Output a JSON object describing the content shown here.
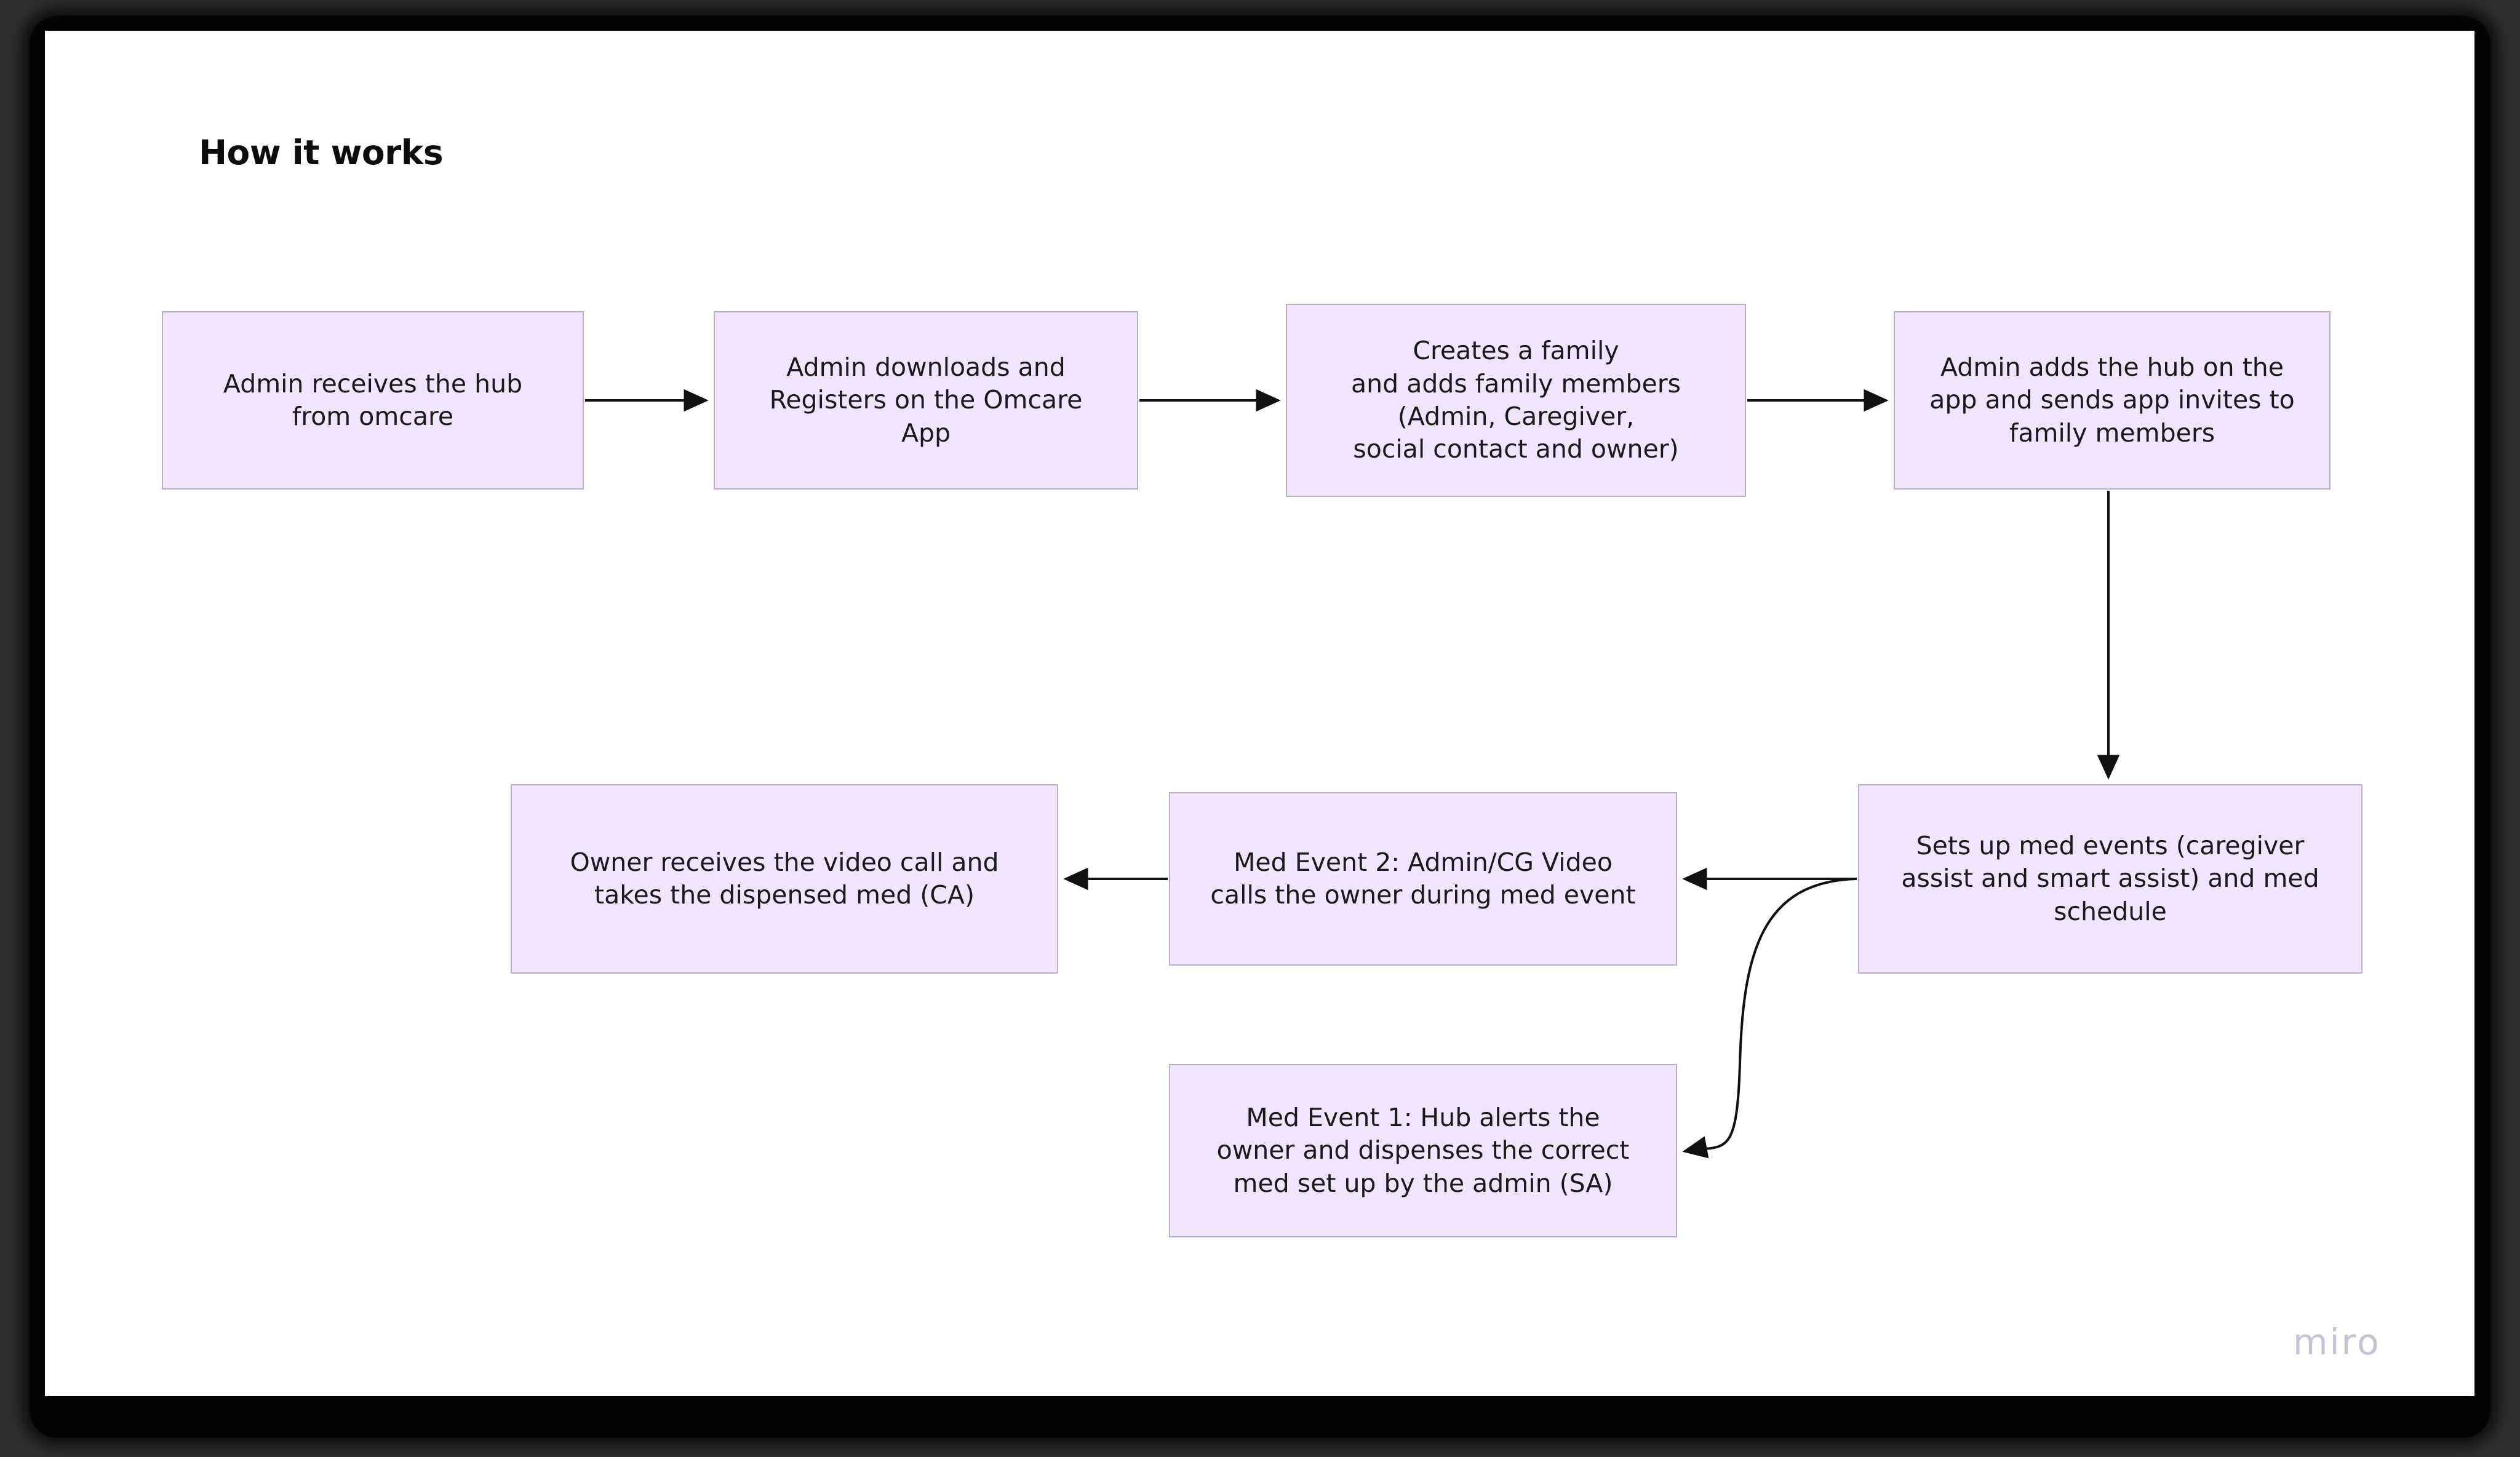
{
  "board": {
    "title": "How it works",
    "watermark": "miro",
    "node_fill": "#f0e5fd",
    "node_border": "#b9aec4",
    "canvas_bg": "#ffffff",
    "app_bg": "#2e2e2e",
    "edge_color": "#111111"
  },
  "nodes": {
    "hub": {
      "lines": [
        "Admin receives the hub",
        "from omcare"
      ]
    },
    "download": {
      "lines": [
        "Admin downloads and",
        "Registers on the Omcare",
        "App"
      ]
    },
    "family": {
      "lines": [
        "Creates a family",
        "and adds family members",
        "(Admin, Caregiver,",
        "social contact and owner)"
      ]
    },
    "addhub": {
      "lines": [
        "Admin adds the hub on the",
        "app and sends app invites to",
        "family members"
      ]
    },
    "setup": {
      "lines": [
        "Sets up med events (caregiver",
        "assist and smart assist) and med",
        "schedule"
      ]
    },
    "event2": {
      "lines": [
        "Med Event 2: Admin/CG Video",
        "calls the owner during med event"
      ]
    },
    "owner": {
      "lines": [
        "Owner receives the video call and",
        "takes the dispensed med (CA)"
      ]
    },
    "event1": {
      "lines": [
        "Med Event 1: Hub alerts the",
        "owner and dispenses the correct",
        "med set up by the admin (SA)"
      ]
    }
  },
  "edges": [
    {
      "id": "hub-to-download",
      "from": "hub",
      "to": "download",
      "kind": "straight-horizontal"
    },
    {
      "id": "download-to-family",
      "from": "download",
      "to": "family",
      "kind": "straight-horizontal"
    },
    {
      "id": "family-to-addhub",
      "from": "family",
      "to": "addhub",
      "kind": "straight-horizontal"
    },
    {
      "id": "addhub-to-setup",
      "from": "addhub",
      "to": "setup",
      "kind": "straight-vertical"
    },
    {
      "id": "setup-to-event2",
      "from": "setup",
      "to": "event2",
      "kind": "straight-horizontal"
    },
    {
      "id": "event2-to-owner",
      "from": "event2",
      "to": "owner",
      "kind": "straight-horizontal"
    },
    {
      "id": "setup-to-event1",
      "from": "setup",
      "to": "event1",
      "kind": "s-curve"
    }
  ]
}
